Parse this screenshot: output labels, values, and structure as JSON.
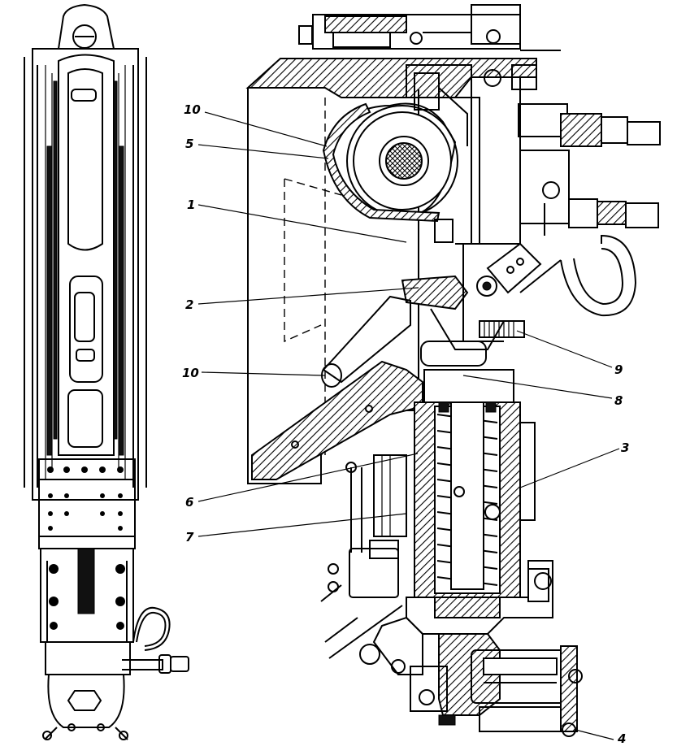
{
  "callouts": [
    {
      "id": "10a",
      "text": "10"
    },
    {
      "id": "5",
      "text": "5"
    },
    {
      "id": "1",
      "text": "1"
    },
    {
      "id": "2",
      "text": "2"
    },
    {
      "id": "10b",
      "text": "10"
    },
    {
      "id": "6",
      "text": "6"
    },
    {
      "id": "7",
      "text": "7"
    },
    {
      "id": "9",
      "text": "9"
    },
    {
      "id": "8",
      "text": "8"
    },
    {
      "id": "3",
      "text": "3"
    },
    {
      "id": "4",
      "text": "4"
    }
  ],
  "colors": {
    "ink": "#000000",
    "paper": "#ffffff"
  }
}
